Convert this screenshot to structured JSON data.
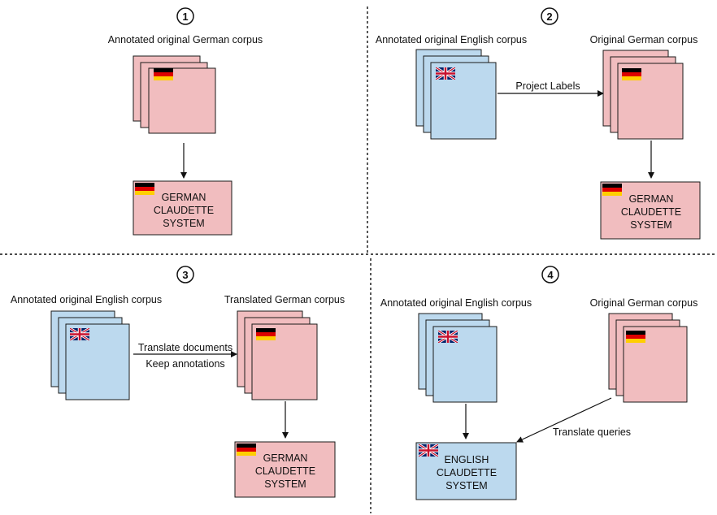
{
  "panels": {
    "p1": {
      "number": "1",
      "corpus_label": "Annotated original German corpus",
      "system_lines": [
        "GERMAN",
        "CLAUDETTE",
        "SYSTEM"
      ],
      "corpus_flag": "german-flag",
      "system_flag": "german-flag"
    },
    "p2": {
      "number": "2",
      "source_label": "Annotated original English corpus",
      "target_label": "Original German corpus",
      "arrow_label": "Project Labels",
      "system_lines": [
        "GERMAN",
        "CLAUDETTE",
        "SYSTEM"
      ]
    },
    "p3": {
      "number": "3",
      "source_label": "Annotated original English corpus",
      "target_label": "Translated German corpus",
      "arrow_label_1": "Translate documents",
      "arrow_label_2": "Keep annotations",
      "system_lines": [
        "GERMAN",
        "CLAUDETTE",
        "SYSTEM"
      ]
    },
    "p4": {
      "number": "4",
      "source_label": "Annotated original English corpus",
      "target_label": "Original German corpus",
      "arrow_label": "Translate queries",
      "system_lines": [
        "ENGLISH",
        "CLAUDETTE",
        "SYSTEM"
      ]
    }
  },
  "colors": {
    "german_doc": "#f1bdbf",
    "english_doc": "#bcd9ee"
  }
}
